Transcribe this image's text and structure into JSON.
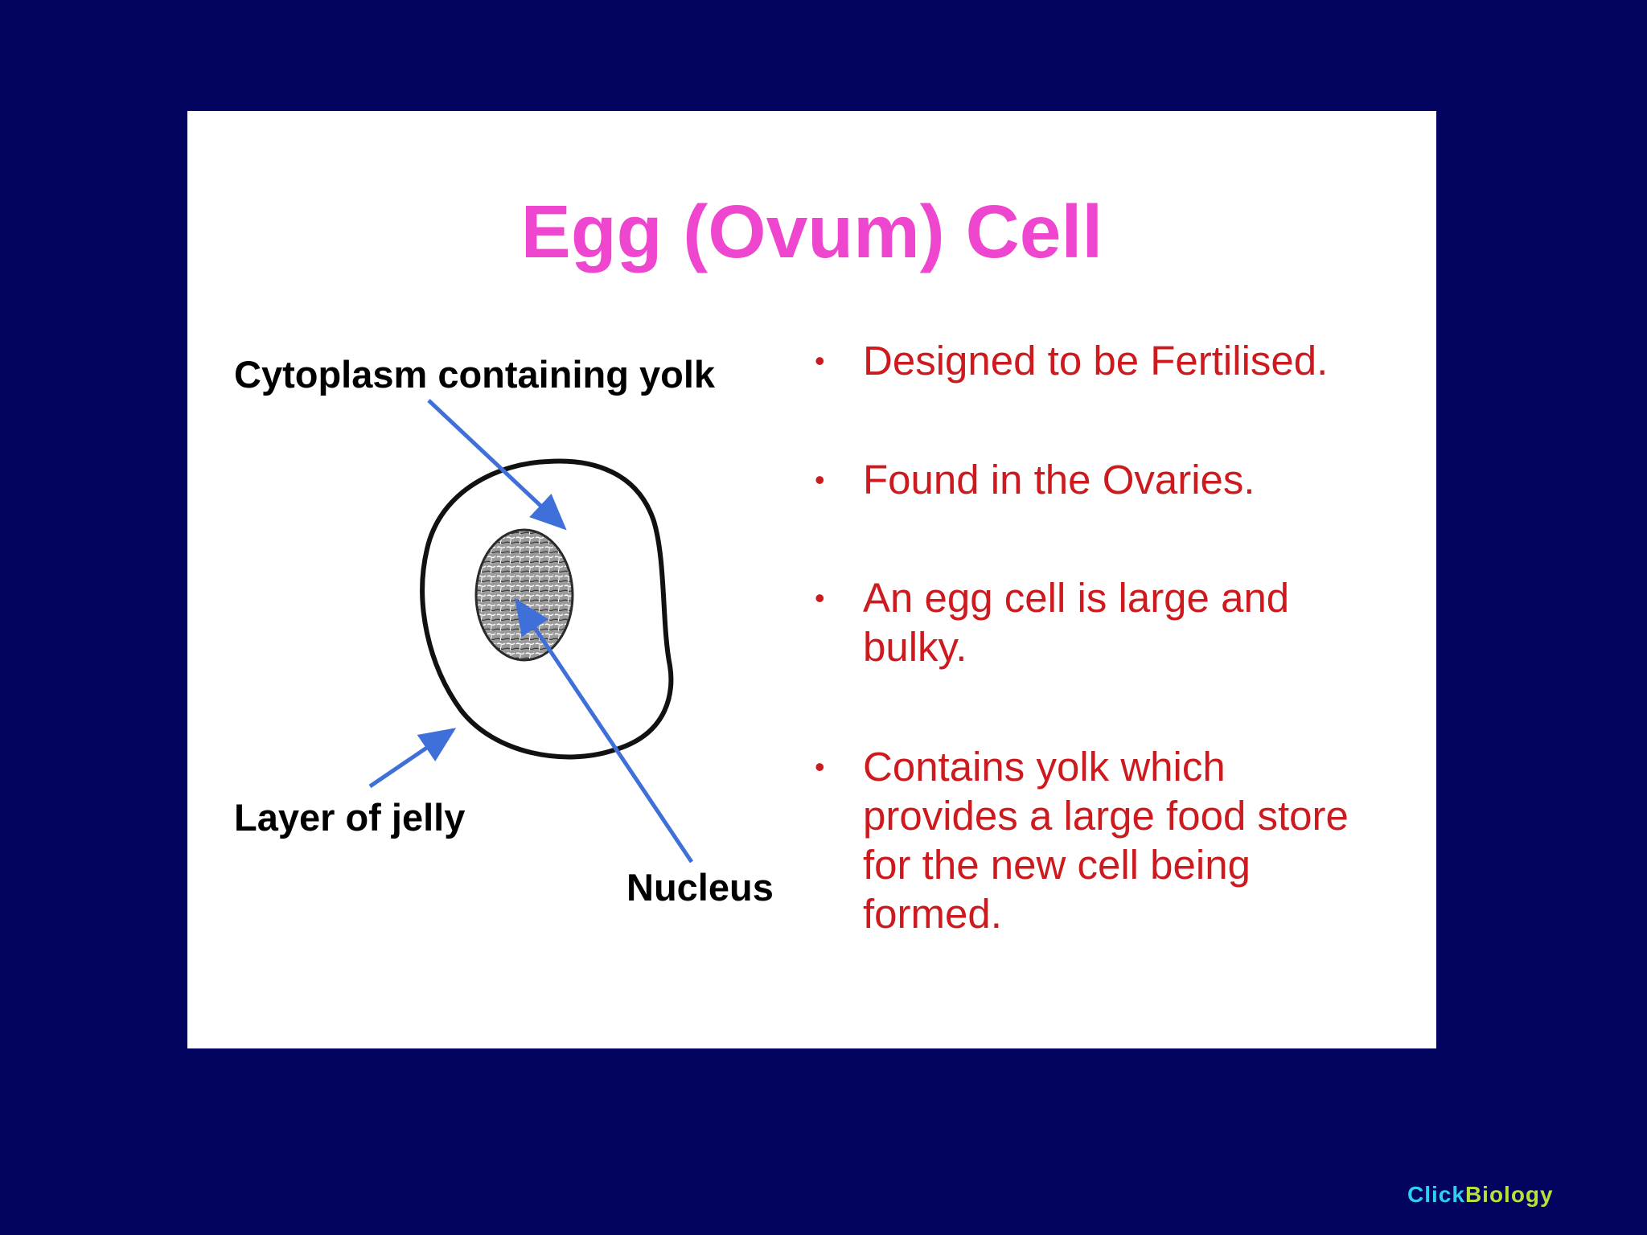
{
  "slide": {
    "title": "Egg (Ovum) Cell"
  },
  "diagram": {
    "labels": {
      "cytoplasm": "Cytoplasm containing yolk",
      "jelly": "Layer of jelly",
      "nucleus": "Nucleus"
    }
  },
  "bullets": [
    {
      "lines": [
        "Designed to be Fertilised."
      ]
    },
    {
      "lines": [
        "Found in the Ovaries."
      ]
    },
    {
      "lines": [
        "An egg cell is large and",
        "bulky."
      ]
    },
    {
      "lines": [
        "Contains yolk which",
        "provides a large food store",
        "for the new cell being",
        "formed."
      ]
    }
  ],
  "brand": {
    "part1": "Click",
    "part2": "Biology"
  },
  "colors": {
    "background": "#03045f",
    "panel": "#ffffff",
    "title": "#ee46cf",
    "bullet_text": "#cc1a1f",
    "arrow": "#3f6fd8",
    "brand_click": "#2fd0ee",
    "brand_biology": "#b6e23a"
  }
}
